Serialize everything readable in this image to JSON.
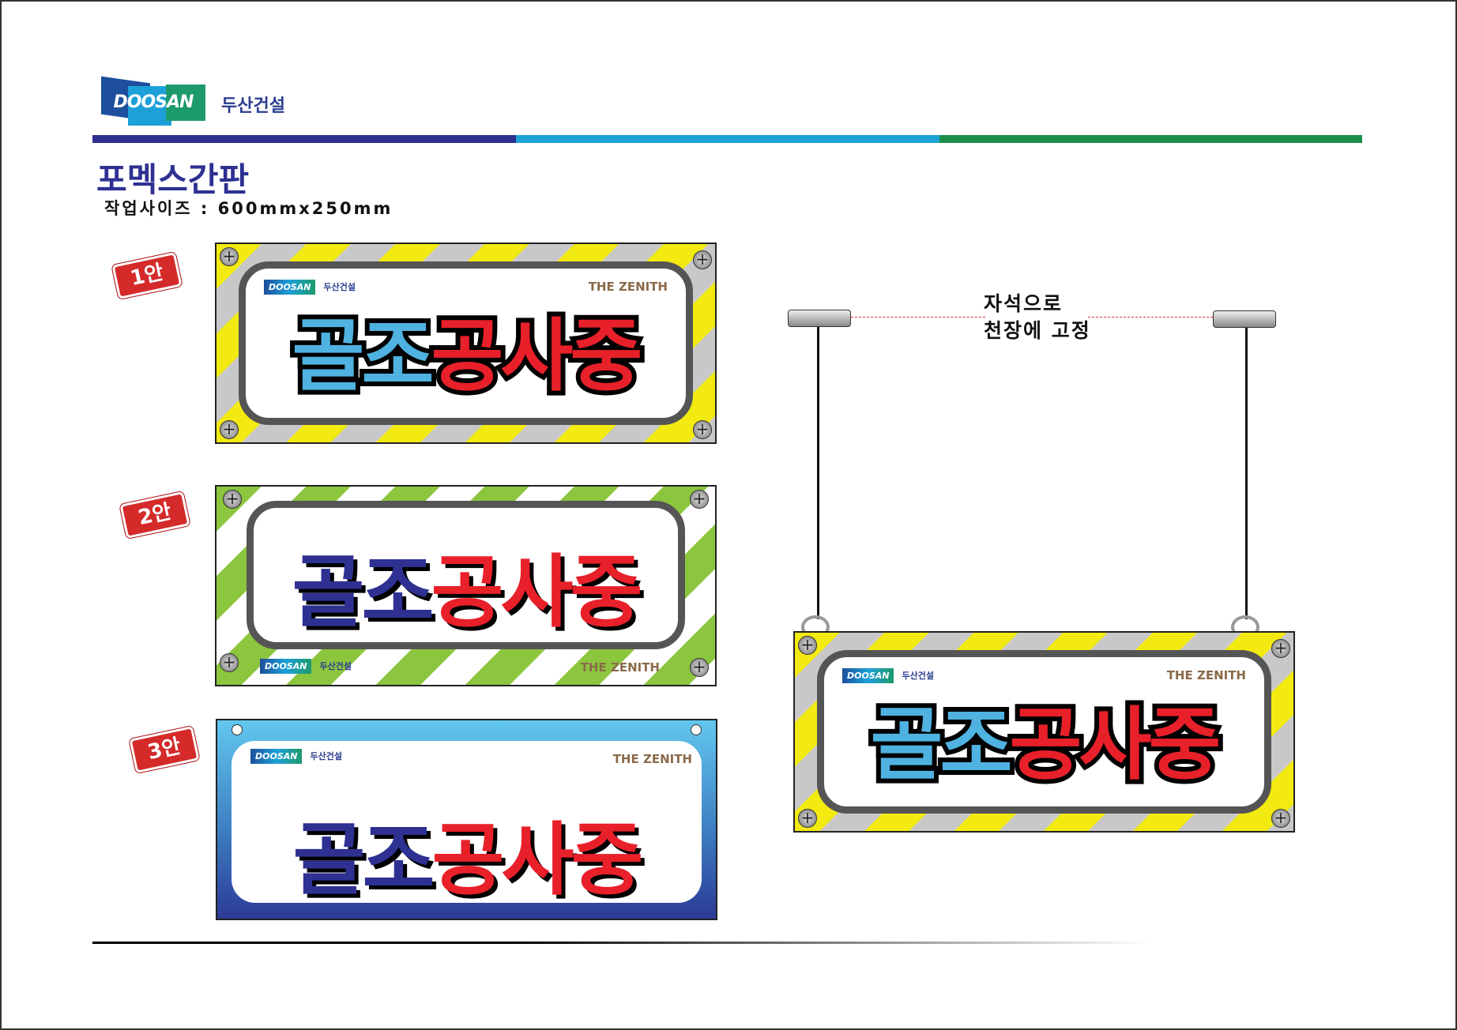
{
  "header": {
    "logo": "DOOSAN",
    "brand": "두산건설",
    "bar_colors": [
      "#2e3192",
      "#1ba3d6",
      "#1b8f4a"
    ]
  },
  "title": "포멕스간판",
  "subtitle": "작업사이즈 : 600mmx250mm",
  "sign_text": {
    "part1": "골조",
    "part2": "공사중"
  },
  "mini_logo": {
    "doosan": "DOOSAN",
    "brand": "두산건설",
    "zenith": "THE ZENITH"
  },
  "options": [
    "1안",
    "2안",
    "3안"
  ],
  "install_note": {
    "line1": "자석으로",
    "line2": "천장에 고정"
  }
}
